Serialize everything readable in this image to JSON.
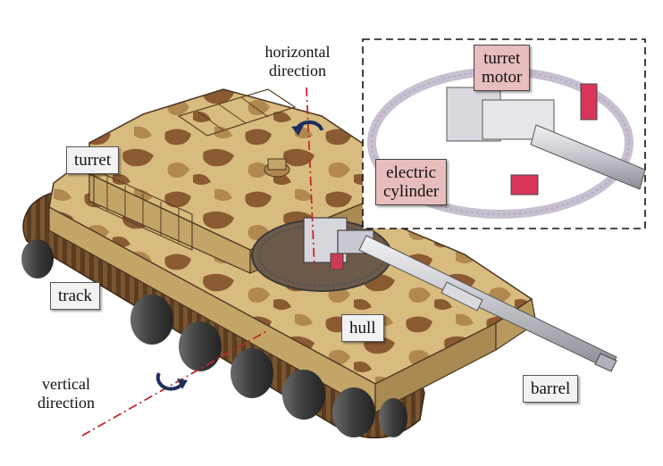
{
  "labels": {
    "turret": "turret",
    "track": "track",
    "hull": "hull",
    "barrel": "barrel",
    "electric_cylinder_line1": "electric",
    "electric_cylinder_line2": "cylinder",
    "turret_motor_line1": "turret",
    "turret_motor_line2": "motor",
    "horizontal_line1": "horizontal",
    "horizontal_line2": "direction",
    "vertical_line1": "vertical",
    "vertical_line2": "direction"
  },
  "colors": {
    "camo_base": "#d8bb7e",
    "camo_dark": "#8a5a32",
    "camo_mid": "#b08850",
    "wheel": "#4a4a4a",
    "track": "#6b4a2a",
    "metal": "#cfcfd6",
    "ring": "#c8bfd0",
    "actuator_red": "#d9345a",
    "axis_line": "#c0282d",
    "rotation_arrow": "#1f2f5c",
    "label_pink": "#e8bdbd"
  },
  "icons": [
    "rotation-arrow-icon"
  ]
}
